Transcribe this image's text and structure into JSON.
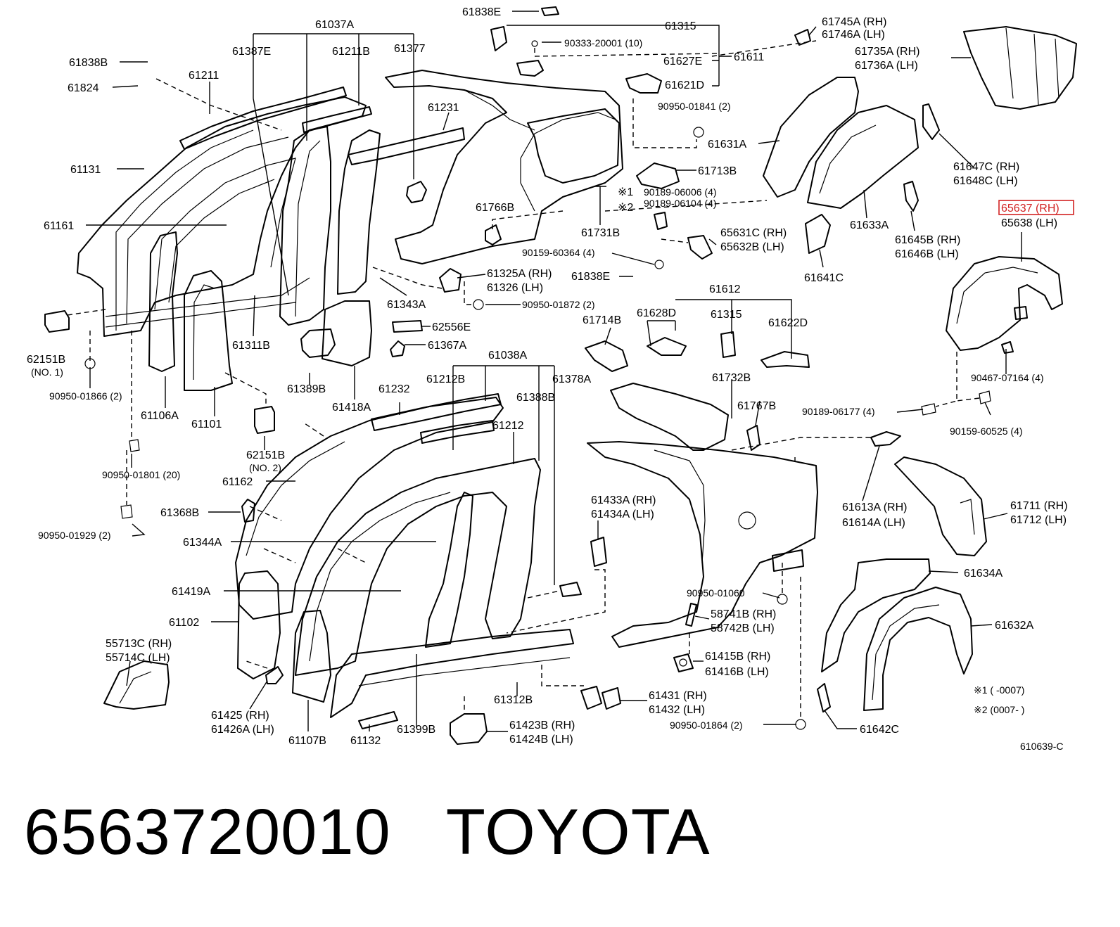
{
  "labels": {
    "p61037A": "61037A",
    "p61838E_top": "61838E",
    "p61315_top": "61315",
    "p61745A": "61745A (RH)",
    "p61746A": "61746A (LH)",
    "p61838B": "61838B",
    "p61387E": "61387E",
    "p61211B": "61211B",
    "p61377": "61377",
    "p90333": "90333-20001 (10)",
    "p61627E": "61627E",
    "p61611": "61611",
    "p61621D": "61621D",
    "p61735A": "61735A (RH)",
    "p61736A": "61736A (LH)",
    "p61824": "61824",
    "p61211": "61211",
    "p61231": "61231",
    "p90950_01841": "90950-01841 (2)",
    "p61631A": "61631A",
    "p61131": "61131",
    "p61713B": "61713B",
    "p61647C": "61647C (RH)",
    "p61648C": "61648C (LH)",
    "p61161": "61161",
    "p61766B": "61766B",
    "note1": "※1",
    "note2": "※2",
    "p90189_06006": "90189-06006 (4)",
    "p90189_06104": "90189-06104 (4)",
    "p65637": "65637 (RH)",
    "p65638": "65638 (LH)",
    "p61633A": "61633A",
    "p61731B": "61731B",
    "p65631C": "65631C (RH)",
    "p65632B": "65632B (LH)",
    "p61645B": "61645B (RH)",
    "p61646B": "61646B (LH)",
    "p90159_60364": "90159-60364 (4)",
    "p61325A": "61325A (RH)",
    "p61326": "61326  (LH)",
    "p61838E_mid": "61838E",
    "p61641C": "61641C",
    "p61343A": "61343A",
    "p61612": "61612",
    "p90950_01872": "90950-01872 (2)",
    "p61628D": "61628D",
    "p61315_mid": "61315",
    "p61714B": "61714B",
    "p61622D": "61622D",
    "p62556E": "62556E",
    "p62151B_1": "62151B",
    "no1": "(NO. 1)",
    "p61311B": "61311B",
    "p61367A": "61367A",
    "p90467": "90467-07164 (4)",
    "p90950_01866": "90950-01866 (2)",
    "p61038A": "61038A",
    "p61389B": "61389B",
    "p61212B": "61212B",
    "p61378A": "61378A",
    "p61732B": "61732B",
    "p61232": "61232",
    "p61106A": "61106A",
    "p61418A": "61418A",
    "p61388B": "61388B",
    "p61767B": "61767B",
    "p90189_06177": "90189-06177 (4)",
    "p61101": "61101",
    "p61212": "61212",
    "p90159_60525": "90159-60525 (4)",
    "p62151B_2": "62151B",
    "no2": "(NO. 2)",
    "p90950_01801": "90950-01801 (20)",
    "p61162": "61162",
    "p61613A": "61613A (RH)",
    "p61614A": "61614A (LH)",
    "p61711": "61711 (RH)",
    "p61712": "61712 (LH)",
    "p61433A": "61433A (RH)",
    "p61434A": "61434A (LH)",
    "p61368B": "61368B",
    "p90950_01929": "90950-01929 (2)",
    "p61344A": "61344A",
    "p61634A": "61634A",
    "p61419A": "61419A",
    "p90950_01060": "90950-01060",
    "p58741B": "58741B (RH)",
    "p58742B": "58742B (LH)",
    "p61102": "61102",
    "p61632A": "61632A",
    "p55713C": "55713C (RH)",
    "p55714C": "55714C (LH)",
    "p61415B": "61415B (RH)",
    "p61416B": "61416B (LH)",
    "p61431": "61431 (RH)",
    "p61432": "61432 (LH)",
    "p61312B": "61312B",
    "note1_range": "※1 (      -0007)",
    "note2_range": "※2 (0007-      )",
    "p61425": "61425   (RH)",
    "p61426A": "61426A (LH)",
    "p61423B": "61423B (RH)",
    "p61424B": "61424B (LH)",
    "p90950_01864": "90950-01864 (2)",
    "p61642C": "61642C",
    "p61107B": "61107B",
    "p61132": "61132",
    "p61399B": "61399B",
    "fig_code": "610639-C"
  },
  "footer": {
    "part_number": "6563720010",
    "brand": "TOYOTA"
  },
  "highlight": {
    "label": "65637 (RH)",
    "color": "#d22222"
  }
}
